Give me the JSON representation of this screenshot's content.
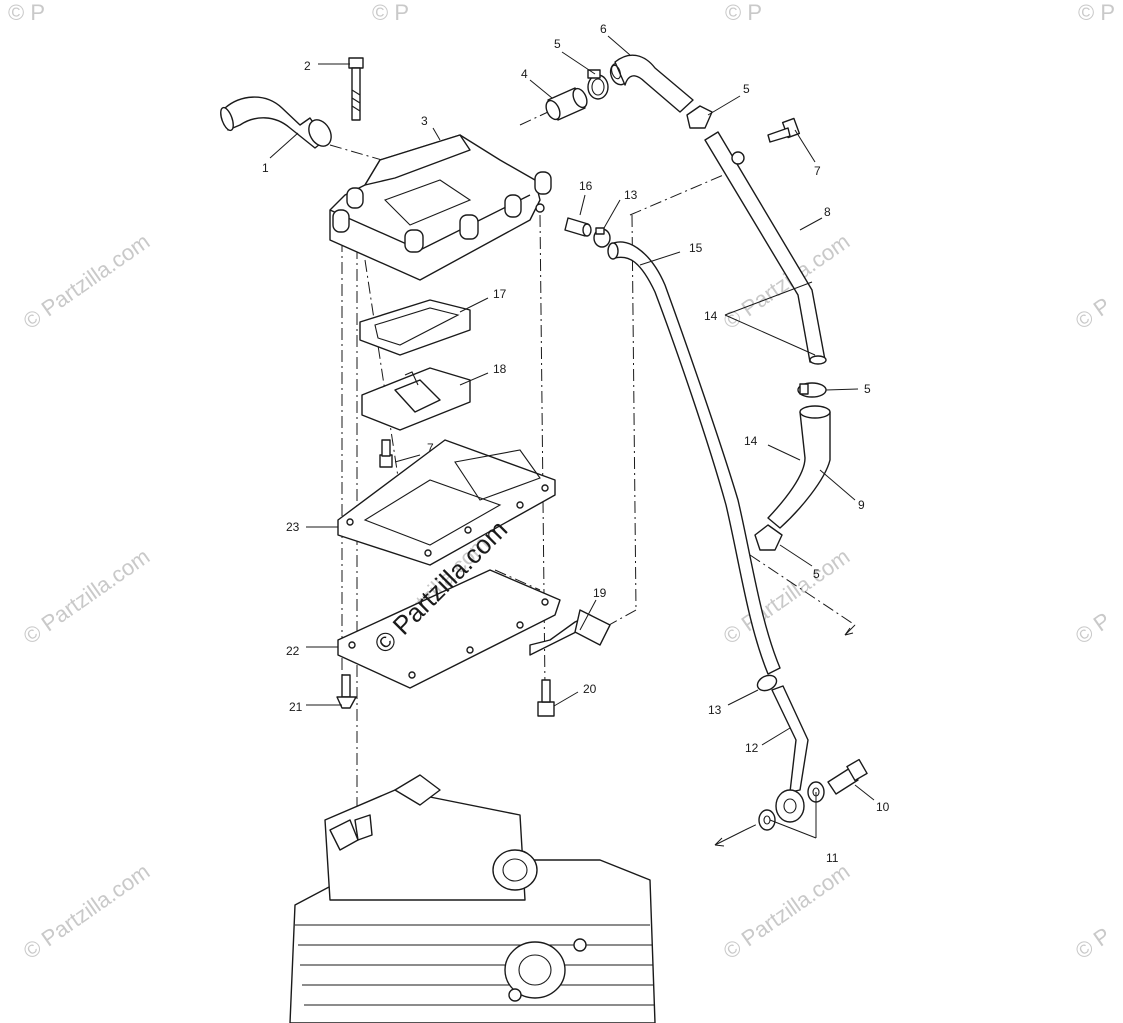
{
  "watermark": {
    "text": "© Partzilla.com",
    "edge_text": "© P",
    "color": "#c9c9c9"
  },
  "callouts": {
    "c1": "1",
    "c2": "2",
    "c3": "3",
    "c4": "4",
    "c5a": "5",
    "c5b": "5",
    "c5c": "5",
    "c5d": "5",
    "c6": "6",
    "c7a": "7",
    "c7b": "7",
    "c8": "8",
    "c9": "9",
    "c10": "10",
    "c11": "11",
    "c12": "12",
    "c13a": "13",
    "c13b": "13",
    "c14a": "14",
    "c14b": "14",
    "c15": "15",
    "c16": "16",
    "c17": "17",
    "c18": "18",
    "c19": "19",
    "c20": "20",
    "c21": "21",
    "c22": "22",
    "c23": "23"
  }
}
